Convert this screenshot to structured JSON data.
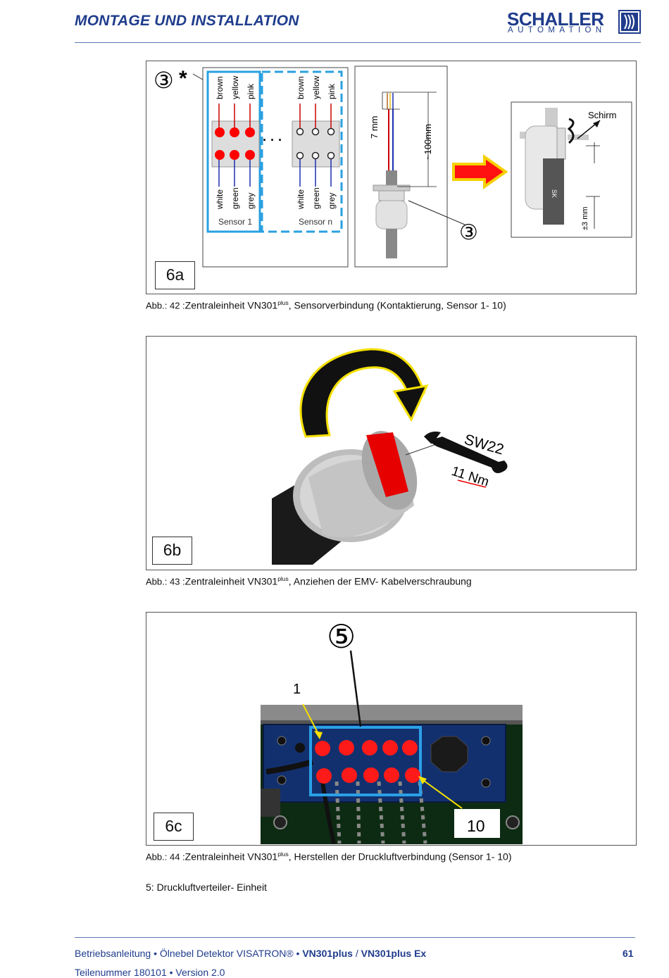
{
  "header": {
    "title": "MONTAGE UND INSTALLATION",
    "logo_name": "SCHALLER",
    "logo_sub": "AUTOMATION"
  },
  "figure_6a": {
    "label": "6a",
    "marker": "③",
    "asterisk": "*",
    "wire_top": [
      "brown",
      "yellow",
      "pink"
    ],
    "wire_bottom": [
      "white",
      "green",
      "grey"
    ],
    "sensor_1": "Sensor 1",
    "sensor_n": "Sensor n",
    "ellipsis": "· · ·",
    "dim_7mm": "7 mm",
    "dim_100mm": "~100mm",
    "gland_marker": "③",
    "schirm": "Schirm",
    "sk": "SK",
    "dim_3mm": "±3 mm",
    "caption_prefix": "Abb.: 42 :",
    "caption_main": "Zentraleinheit VN301",
    "caption_sup": "plus",
    "caption_rest": ", Sensorverbindung (Kontaktierung, Sensor 1- 10)"
  },
  "figure_6b": {
    "label": "6b",
    "wrench_size": "SW22",
    "torque": "11 Nm",
    "caption_prefix": "Abb.: 43 :",
    "caption_main": "Zentraleinheit VN301",
    "caption_sup": "plus",
    "caption_rest": ", Anziehen der EMV- Kabelverschraubung"
  },
  "figure_6c": {
    "label": "6c",
    "marker": "⑤",
    "port_first": "1",
    "port_last": "10",
    "caption_prefix": "Abb.: 44 :",
    "caption_main": "Zentraleinheit VN301",
    "caption_sup": "plus",
    "caption_rest": ", Herstellen der Druckluftverbindung (Sensor 1- 10)"
  },
  "legend": "5: Druckluftverteiler- Einheit",
  "footer": {
    "doc": "Betriebsanleitung • Ölnebel Detektor VISATRON® • ",
    "model_a": "VN301plus",
    "sep": " / ",
    "model_b": "VN301plus Ex",
    "page": "61",
    "part": "Teilenummer 180101 • Version 2.0"
  }
}
